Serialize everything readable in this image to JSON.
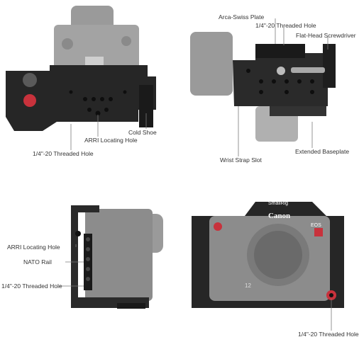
{
  "panels": {
    "top_view": {
      "labels": {
        "cold_shoe": "Cold Shoe",
        "arri": "ARRI Locating Hole",
        "threaded": "1/4\"-20 Threaded Hole"
      }
    },
    "bottom_view": {
      "labels": {
        "arca": "Arca-Swiss Plate",
        "threaded": "1/4\"-20 Threaded Hole",
        "screwdriver": "Flat-Head Screwdriver",
        "baseplate": "Extended Baseplate",
        "wrist": "Wrist Strap Slot"
      }
    },
    "side_view": {
      "labels": {
        "arri": "ARRI Locating Hole",
        "nato": "NATO Rail",
        "threaded": "1/4\"-20 Threaded Hole"
      }
    },
    "front_view": {
      "brand_logo": "SmallRig",
      "camera_brand": "Canon",
      "model_text": "EOS",
      "lens_mark": "12",
      "labels": {
        "threaded": "1/4\"-20 Threaded Hole"
      }
    }
  },
  "colors": {
    "camera_body": "#8c8c8c",
    "cage_black": "#1f1f1f",
    "accent_red": "#c8323c",
    "leader_line": "#7a7a7a"
  }
}
